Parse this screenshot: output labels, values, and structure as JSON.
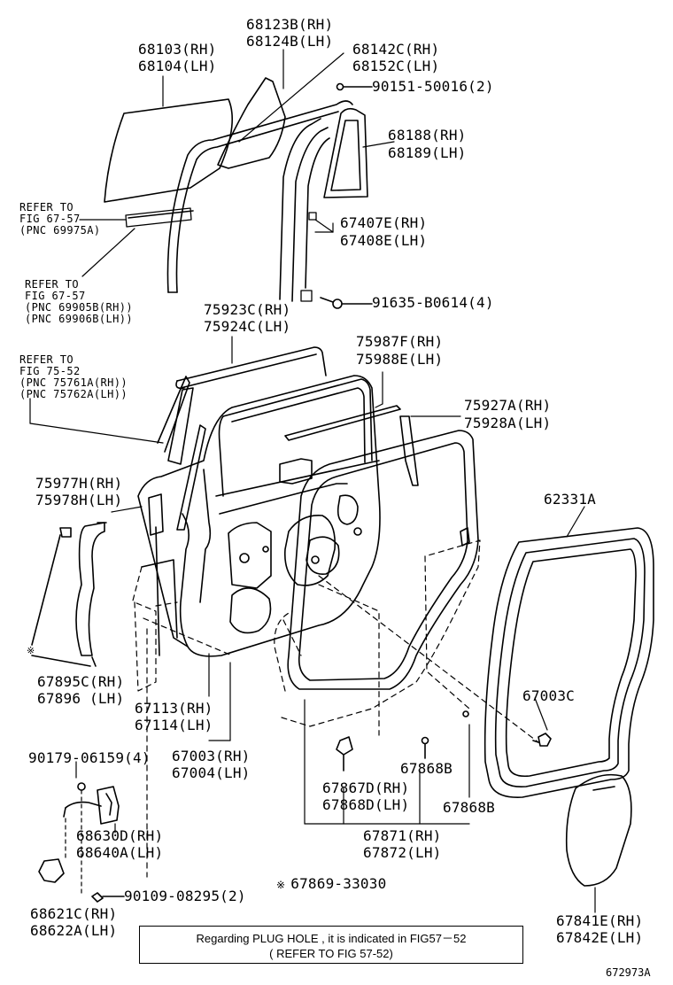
{
  "labels": {
    "p68123": [
      "68123B(RH)",
      "68124B(LH)"
    ],
    "p68103": [
      "68103(RH)",
      "68104(LH)"
    ],
    "p68142": [
      "68142C(RH)",
      "68152C(LH)"
    ],
    "p90151": "90151-50016(2)",
    "p68188": [
      "68188(RH)",
      "68189(LH)"
    ],
    "p67407": [
      "67407E(RH)",
      "67408E(LH)"
    ],
    "p91635": "91635-B0614(4)",
    "p75923": [
      "75923C(RH)",
      "75924C(LH)"
    ],
    "p75987": [
      "75987F(RH)",
      "75988E(LH)"
    ],
    "p75927": [
      "75927A(RH)",
      "75928A(LH)"
    ],
    "p75977": [
      "75977H(RH)",
      "75978H(LH)"
    ],
    "p62331": "62331A",
    "p67003c": "67003C",
    "p67895": [
      "67895C(RH)",
      "67896  (LH)"
    ],
    "p67113": [
      "67113(RH)",
      "67114(LH)"
    ],
    "p67003": [
      "67003(RH)",
      "67004(LH)"
    ],
    "p90179": "90179-06159(4)",
    "p67868b1": "67868B",
    "p67867": [
      "67867D(RH)",
      "67868D(LH)"
    ],
    "p67868b2": "67868B",
    "p68630": [
      "68630D(RH)",
      "68640A(LH)"
    ],
    "p67871": [
      "67871(RH)",
      "67872(LH)"
    ],
    "p90109": "90109-08295(2)",
    "p67869": "67869-33030",
    "p68621": [
      "68621C(RH)",
      "68622A(LH)"
    ],
    "p67841": [
      "67841E(RH)",
      "67842E(LH)"
    ]
  },
  "references": {
    "ref1": [
      "REFER TO",
      "FIG 67-57",
      "(PNC 69975A)"
    ],
    "ref2": [
      "REFER TO",
      "FIG 67-57",
      "(PNC 69905B(RH))",
      "(PNC 69906B(LH))"
    ],
    "ref3": [
      "REFER TO",
      "FIG 75-52",
      "(PNC 75761A(RH))",
      "(PNC 75762A(LH))"
    ]
  },
  "symbol": "※",
  "note": {
    "line1": "Regarding PLUG HOLE , it is indicated in FIG57－52",
    "line2": "( REFER TO FIG 57-52)"
  },
  "figure_number": "672973A"
}
